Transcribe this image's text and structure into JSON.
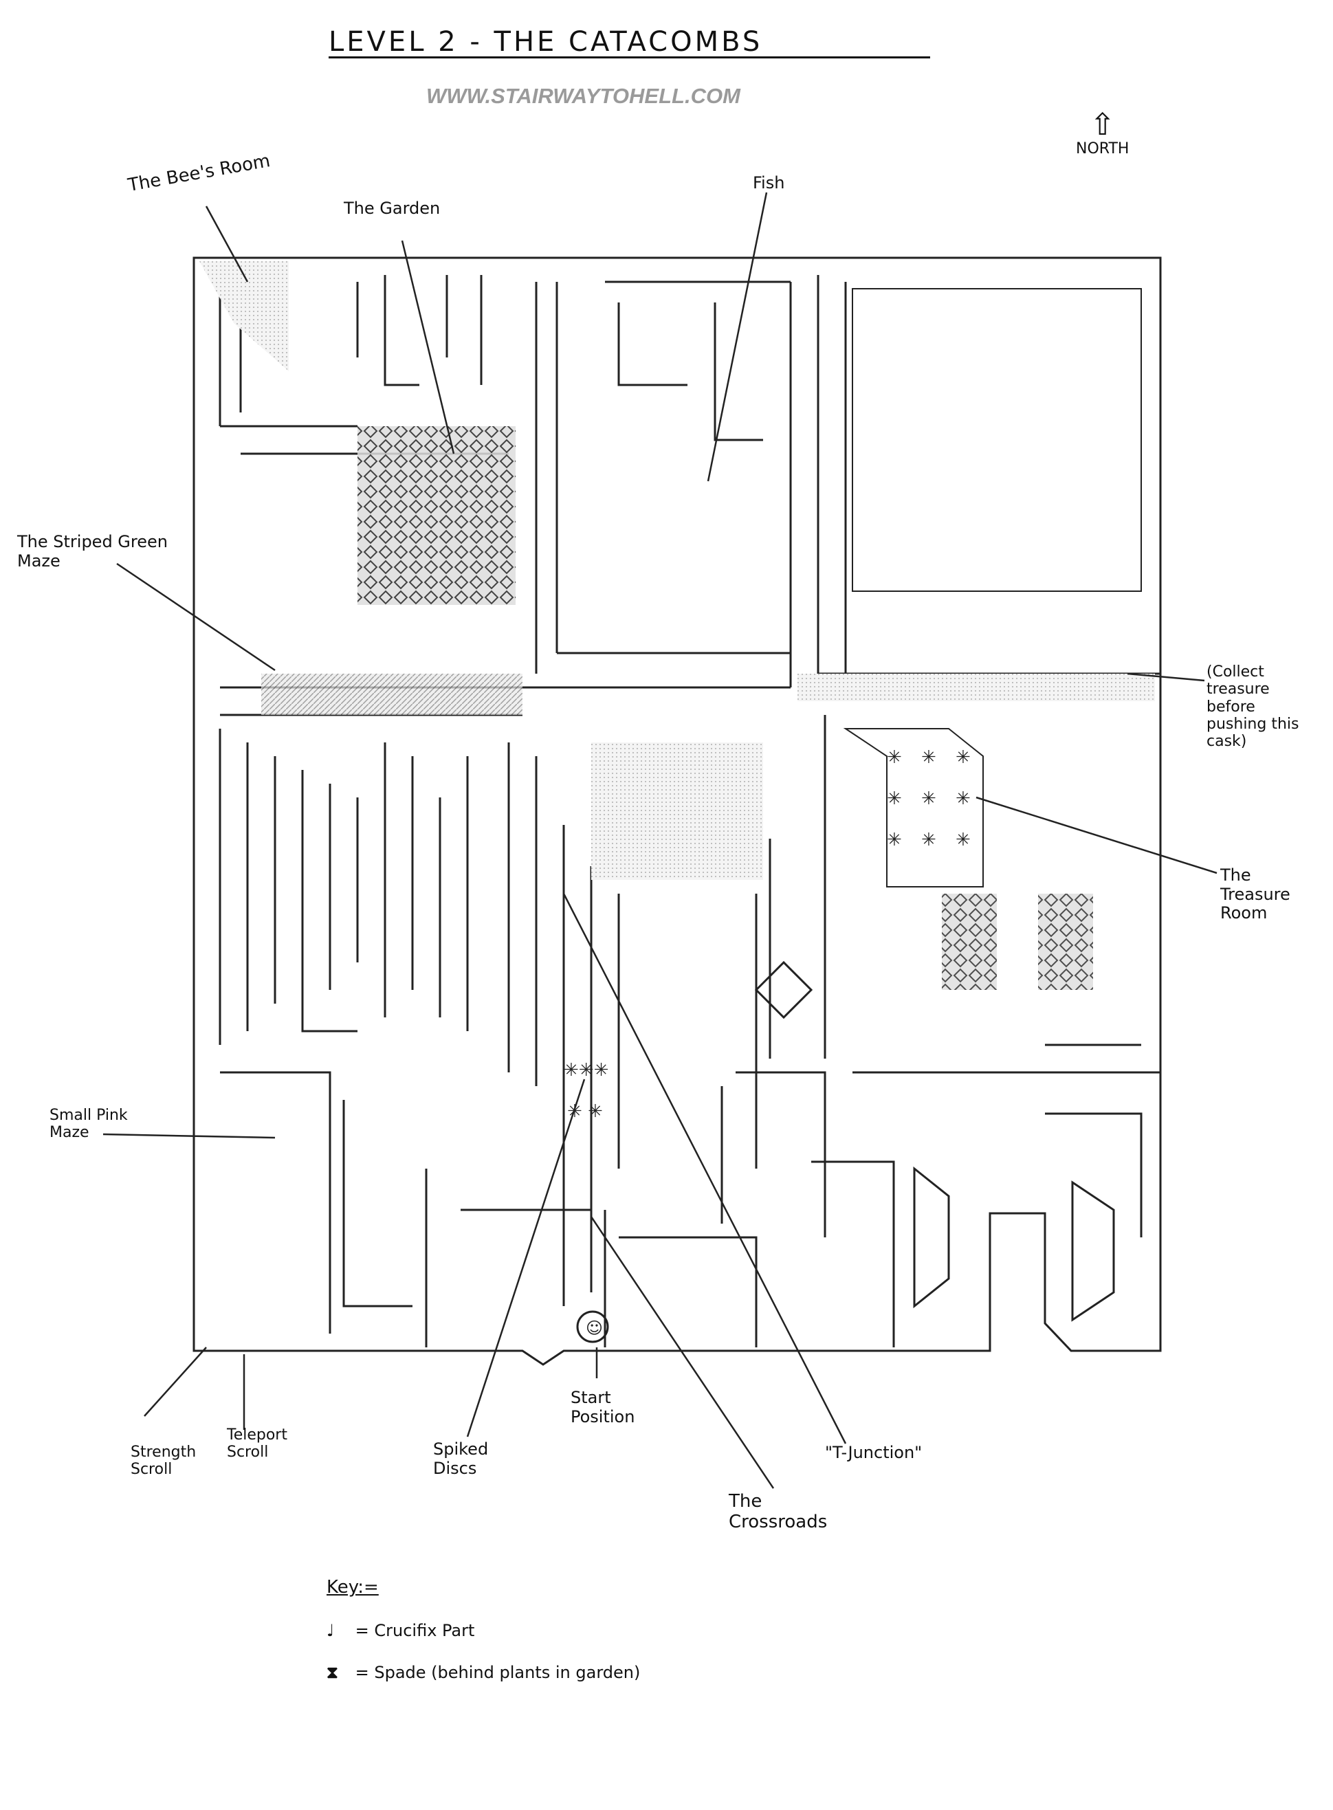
{
  "title": "LEVEL 2 - THE CATACOMBS",
  "watermark": "WWW.STAIRWAYTOHELL.COM",
  "compass": {
    "label": "NORTH",
    "icon": "north-arrow-icon"
  },
  "annotations": {
    "bees_room": "The Bee's Room",
    "garden": "The Garden",
    "fish": "Fish",
    "striped_green_maze": "The Striped Green Maze",
    "collect_treasure": "(Collect treasure before pushing this cask)",
    "treasure_room": "The Treasure Room",
    "small_pink_maze": "Small Pink Maze",
    "strength_scroll": "Strength Scroll",
    "teleport_scroll": "Teleport Scroll",
    "spiked_discs": "Spiked Discs",
    "start_position": "Start Position",
    "t_junction": "\"T-Junction\"",
    "crossroads": "The Crossroads"
  },
  "key": {
    "heading": "Key:=",
    "items": [
      {
        "symbol": "crucifix-part-icon",
        "glyph": "♩",
        "label": "= Crucifix Part"
      },
      {
        "symbol": "spade-icon",
        "glyph": "⧗",
        "label": "= Spade (behind plants in garden)"
      }
    ]
  }
}
